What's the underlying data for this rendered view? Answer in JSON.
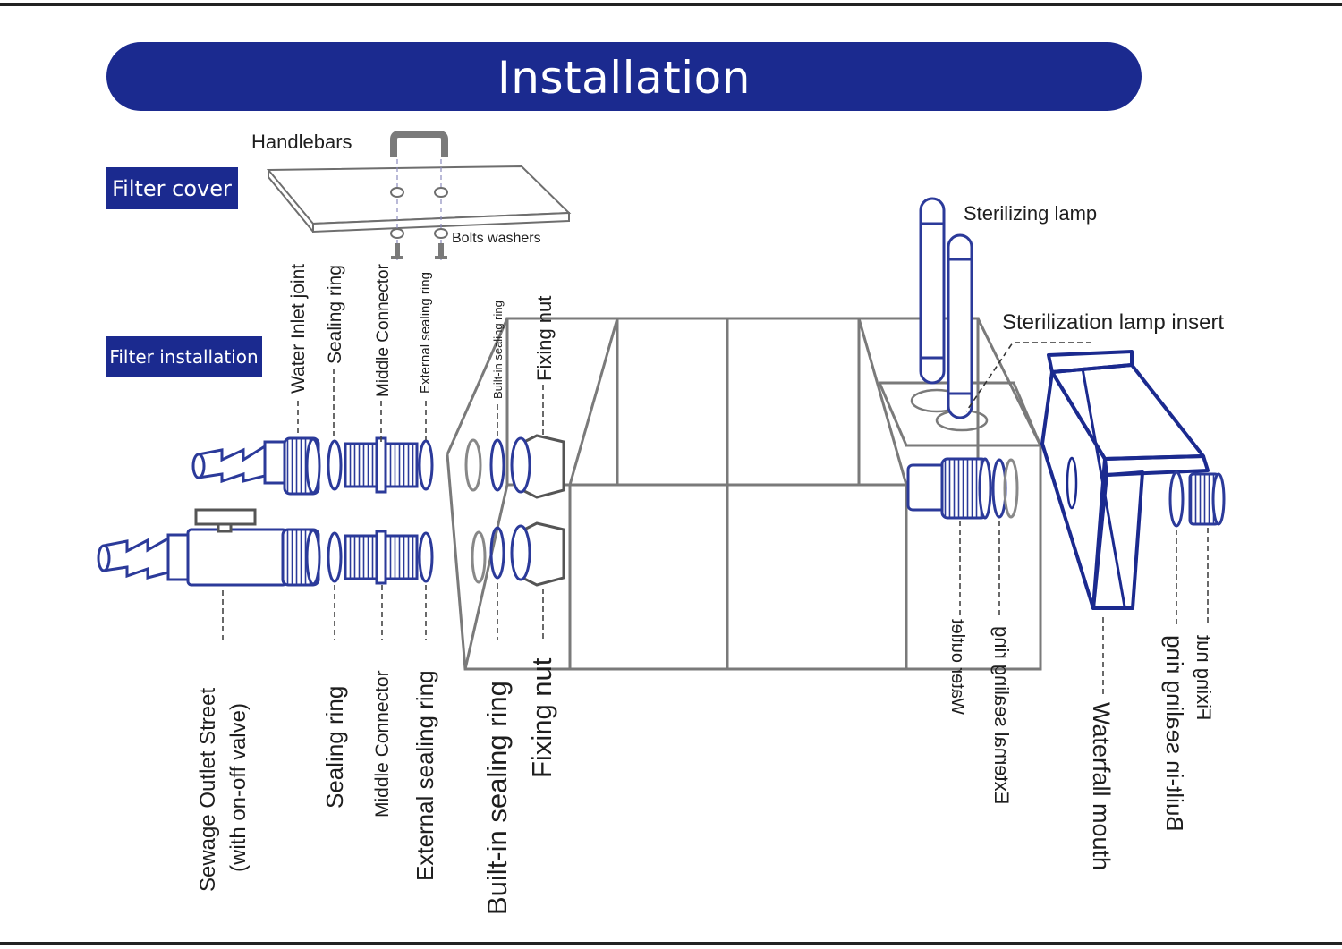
{
  "header": {
    "title": "Installation"
  },
  "sections": {
    "filter_cover": "Filter cover",
    "filter_installation": "Filter installation"
  },
  "labels": {
    "handlebars": "Handlebars",
    "bolts_washers": "Bolts  washers",
    "sterilizing_lamp": "Sterilizing lamp",
    "sterilization_lamp_insert": "Sterilization lamp insert",
    "top": {
      "water_inlet_joint": "Water Inlet joint",
      "sealing_ring": "Sealing ring",
      "middle_connector": "Middle Connector",
      "external_sealing_ring": "External sealing ring",
      "builtin_sealing_ring": "Built-in sealing ring",
      "fixing_nut": "Fixing nut"
    },
    "bottom": {
      "sewage_outlet_line1": "Sewage Outlet Street",
      "sewage_outlet_line2": "(with on-off valve)",
      "sealing_ring": "Sealing ring",
      "middle_connector": "Middle Connector",
      "external_sealing_ring": "External sealing ring",
      "builtin_sealing_ring": "Built-in sealing ring",
      "fixing_nut": "Fixing nut"
    },
    "right": {
      "water_outlet": "Water outlet",
      "external_sealing_ring": "External sealing ring",
      "waterfall_mouth": "Waterfall mouth",
      "builtin_sealing_ring": "Built-in sealing ring",
      "fixing_nut": "Fixing nut"
    }
  },
  "colors": {
    "navy": "#1b2a8f",
    "outline": "#7a7a7a",
    "part": "#2b3a9a"
  }
}
